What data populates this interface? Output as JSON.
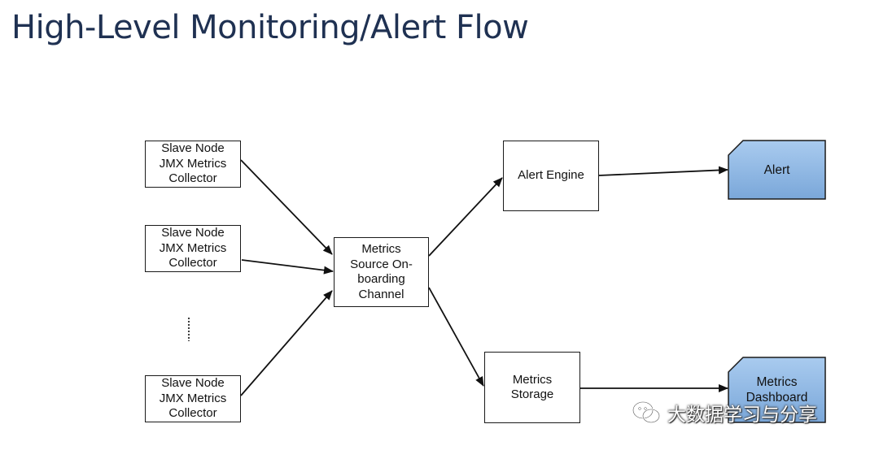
{
  "title": "High-Level Monitoring/Alert Flow",
  "nodes": {
    "collector_1": {
      "label_lines": [
        "Slave Node",
        "JMX Metrics",
        "Collector"
      ]
    },
    "collector_2": {
      "label_lines": [
        "Slave Node",
        "JMX Metrics",
        "Collector"
      ]
    },
    "collector_3": {
      "label_lines": [
        "Slave Node",
        "JMX Metrics",
        "Collector"
      ]
    },
    "channel": {
      "label_lines": [
        "Metrics",
        "Source On-",
        "boarding",
        "Channel"
      ]
    },
    "alert_engine": {
      "label_lines": [
        "Alert Engine"
      ]
    },
    "metrics_storage": {
      "label_lines": [
        "Metrics",
        "Storage"
      ]
    },
    "alert": {
      "label_lines": [
        "Alert"
      ]
    },
    "metrics_dashboard": {
      "label_lines": [
        "Metrics",
        "Dashboard"
      ]
    }
  },
  "edges": [
    {
      "from": "collector_1",
      "to": "channel"
    },
    {
      "from": "collector_2",
      "to": "channel"
    },
    {
      "from": "collector_3",
      "to": "channel"
    },
    {
      "from": "channel",
      "to": "alert_engine"
    },
    {
      "from": "channel",
      "to": "metrics_storage"
    },
    {
      "from": "alert_engine",
      "to": "alert"
    },
    {
      "from": "metrics_storage",
      "to": "metrics_dashboard"
    }
  ],
  "colors": {
    "title": "#1f3152",
    "box_border": "#1a1a1a",
    "card_fill_top": "#a9cbef",
    "card_fill_bottom": "#7aa7d9"
  },
  "watermark": {
    "text": "大数据学习与分享",
    "icon": "wechat-icon"
  }
}
